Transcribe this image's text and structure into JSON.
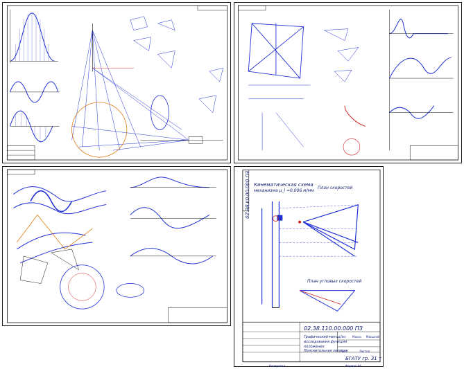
{
  "sheet4": {
    "doc_code": "EU 000'00'0II'BE'Z0",
    "kinematic_title": "Кинематическая схема",
    "kinematic_sub": "механизма μ_l =0,006 м/мм",
    "velocity_plan": "План скоростей",
    "angular_plan": "План угловых скоростей",
    "title_code": "02.38.110.00.000 ПЗ",
    "title_desc_1": "Графический метод",
    "title_desc_2": "исследования функции",
    "title_desc_3": "положения",
    "title_desc_4": "Пояснительная записка",
    "litera": "Лит.",
    "mass": "Масса",
    "scale": "Масштаб",
    "group": "БГАТУ гр. 31 т",
    "footer_left": "Копировал",
    "footer_right": "Формат A4",
    "sheets": "Листов",
    "sheet": "Лист"
  },
  "colors": {
    "blue": "#1f2fd6",
    "red": "#d32020",
    "orange": "#e07a10",
    "navy": "#0d1b6e",
    "frame": "#1a1a1a"
  }
}
